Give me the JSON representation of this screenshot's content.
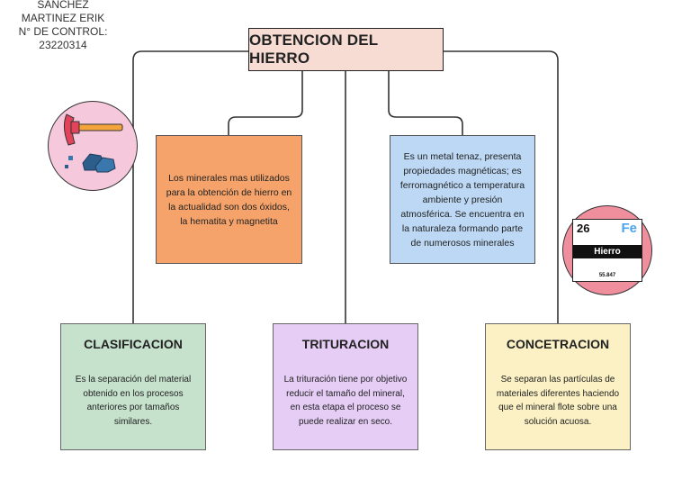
{
  "author": {
    "line1": "SANCHEZ",
    "line2": "MARTINEZ ERIK",
    "line3": "N° DE CONTROL:",
    "line4": "23220314"
  },
  "title": "OBTENCION DEL HIERRO",
  "info_boxes": [
    {
      "text": "Los minerales mas utilizados para la obtención de hierro en la actualidad son dos óxidos, la hematita y magnetita",
      "color": "#f5a36a"
    },
    {
      "text": "Es un metal tenaz, presenta propiedades magnéticas; es ferromagnético a temperatura ambiente y presión atmosférica. Se encuentra en la naturaleza formando parte de numerosos minerales",
      "color": "#bcd8f4"
    }
  ],
  "cards": [
    {
      "title": "CLASIFICACION",
      "text": "Es la separación del material obtenido en los procesos anteriores por tamaños similares.",
      "color": "#c6e2cd"
    },
    {
      "title": "TRITURACION",
      "text": "La trituración tiene por objetivo reducir el tamaño del mineral, en esta etapa el proceso se puede realizar en seco.",
      "color": "#e6cdf6"
    },
    {
      "title": "CONCETRACION",
      "text": "Se separan las partículas de materiales diferentes haciendo que el mineral flote sobre una solución acuosa.",
      "color": "#fbf1c4"
    }
  ],
  "element_tile": {
    "number": "26",
    "symbol": "Fe",
    "name": "Hierro",
    "mass": "55.847"
  },
  "icons": {
    "pickaxe": "pickaxe-icon",
    "element": "iron-element-tile"
  }
}
